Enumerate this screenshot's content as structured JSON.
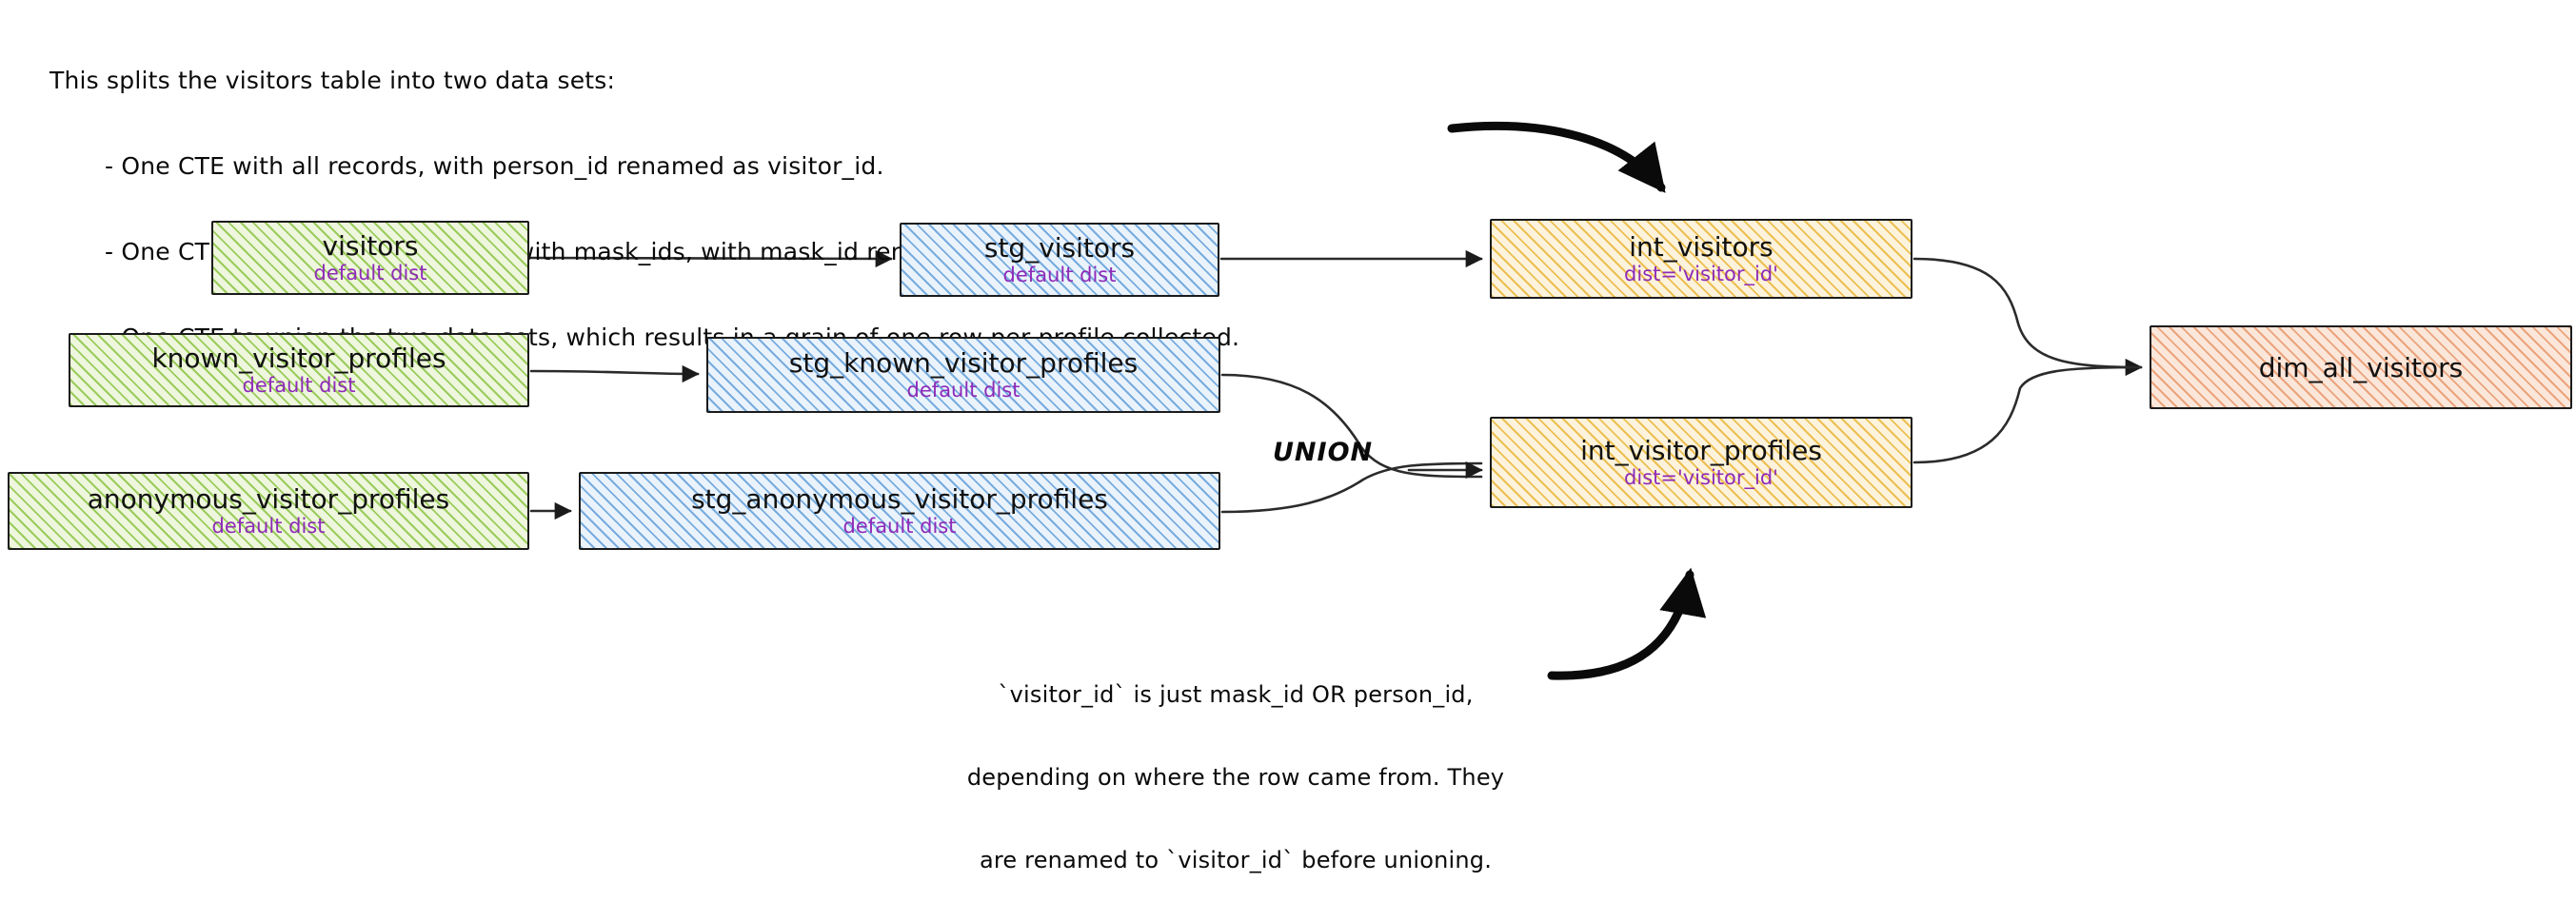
{
  "notes": {
    "header": {
      "lines": [
        "This splits the visitors table into two data sets:",
        "- One CTE with all records, with person_id renamed as visitor_id.",
        "- One CTE filtered to only records with mask_ids, with mask_id renamed as visitor_id",
        "- One CTE to union the two data sets, which results in a grain of one row per profile collected."
      ]
    },
    "bottom": {
      "lines": [
        "`visitor_id` is just mask_id OR person_id,",
        "depending on where the row came from. They",
        "are renamed to `visitor_id` before unioning."
      ]
    },
    "union_label": "UNION"
  },
  "nodes": {
    "visitors": {
      "title": "visitors",
      "sub": "default dist",
      "fill": "green"
    },
    "known_visitor_profiles": {
      "title": "known_visitor_profiles",
      "sub": "default dist",
      "fill": "green"
    },
    "anonymous_visitor_profiles": {
      "title": "anonymous_visitor_profiles",
      "sub": "default dist",
      "fill": "green"
    },
    "stg_visitors": {
      "title": "stg_visitors",
      "sub": "default dist",
      "fill": "blue"
    },
    "stg_known_visitor_profiles": {
      "title": "stg_known_visitor_profiles",
      "sub": "default dist",
      "fill": "blue"
    },
    "stg_anonymous_visitor_profiles": {
      "title": "stg_anonymous_visitor_profiles",
      "sub": "default dist",
      "fill": "blue"
    },
    "int_visitors": {
      "title": "int_visitors",
      "sub": "dist='visitor_id'",
      "fill": "yellow"
    },
    "int_visitor_profiles": {
      "title": "int_visitor_profiles",
      "sub": "dist='visitor_id'",
      "fill": "yellow"
    },
    "dim_all_visitors": {
      "title": "dim_all_visitors",
      "sub": "",
      "fill": "salmon"
    }
  },
  "colors": {
    "green_hatch": "#8cc446",
    "blue_hatch": "#5c9ad6",
    "yellow_hatch": "#e8b230",
    "salmon_hatch": "#e38a57",
    "subtitle_purple": "#8e2bb8",
    "stroke": "#1b1b1b",
    "background": "#ffffff"
  },
  "edges": [
    {
      "from": "visitors",
      "to": "stg_visitors"
    },
    {
      "from": "known_visitor_profiles",
      "to": "stg_known_visitor_profiles"
    },
    {
      "from": "anonymous_visitor_profiles",
      "to": "stg_anonymous_visitor_profiles"
    },
    {
      "from": "stg_visitors",
      "to": "int_visitors"
    },
    {
      "from": "stg_known_visitor_profiles",
      "to": "int_visitor_profiles",
      "label": "UNION"
    },
    {
      "from": "stg_anonymous_visitor_profiles",
      "to": "int_visitor_profiles",
      "label": "UNION"
    },
    {
      "from": "int_visitors",
      "to": "dim_all_visitors"
    },
    {
      "from": "int_visitor_profiles",
      "to": "dim_all_visitors"
    },
    {
      "from": "header_note",
      "to": "int_visitors"
    },
    {
      "from": "bottom_note",
      "to": "int_visitor_profiles"
    }
  ]
}
